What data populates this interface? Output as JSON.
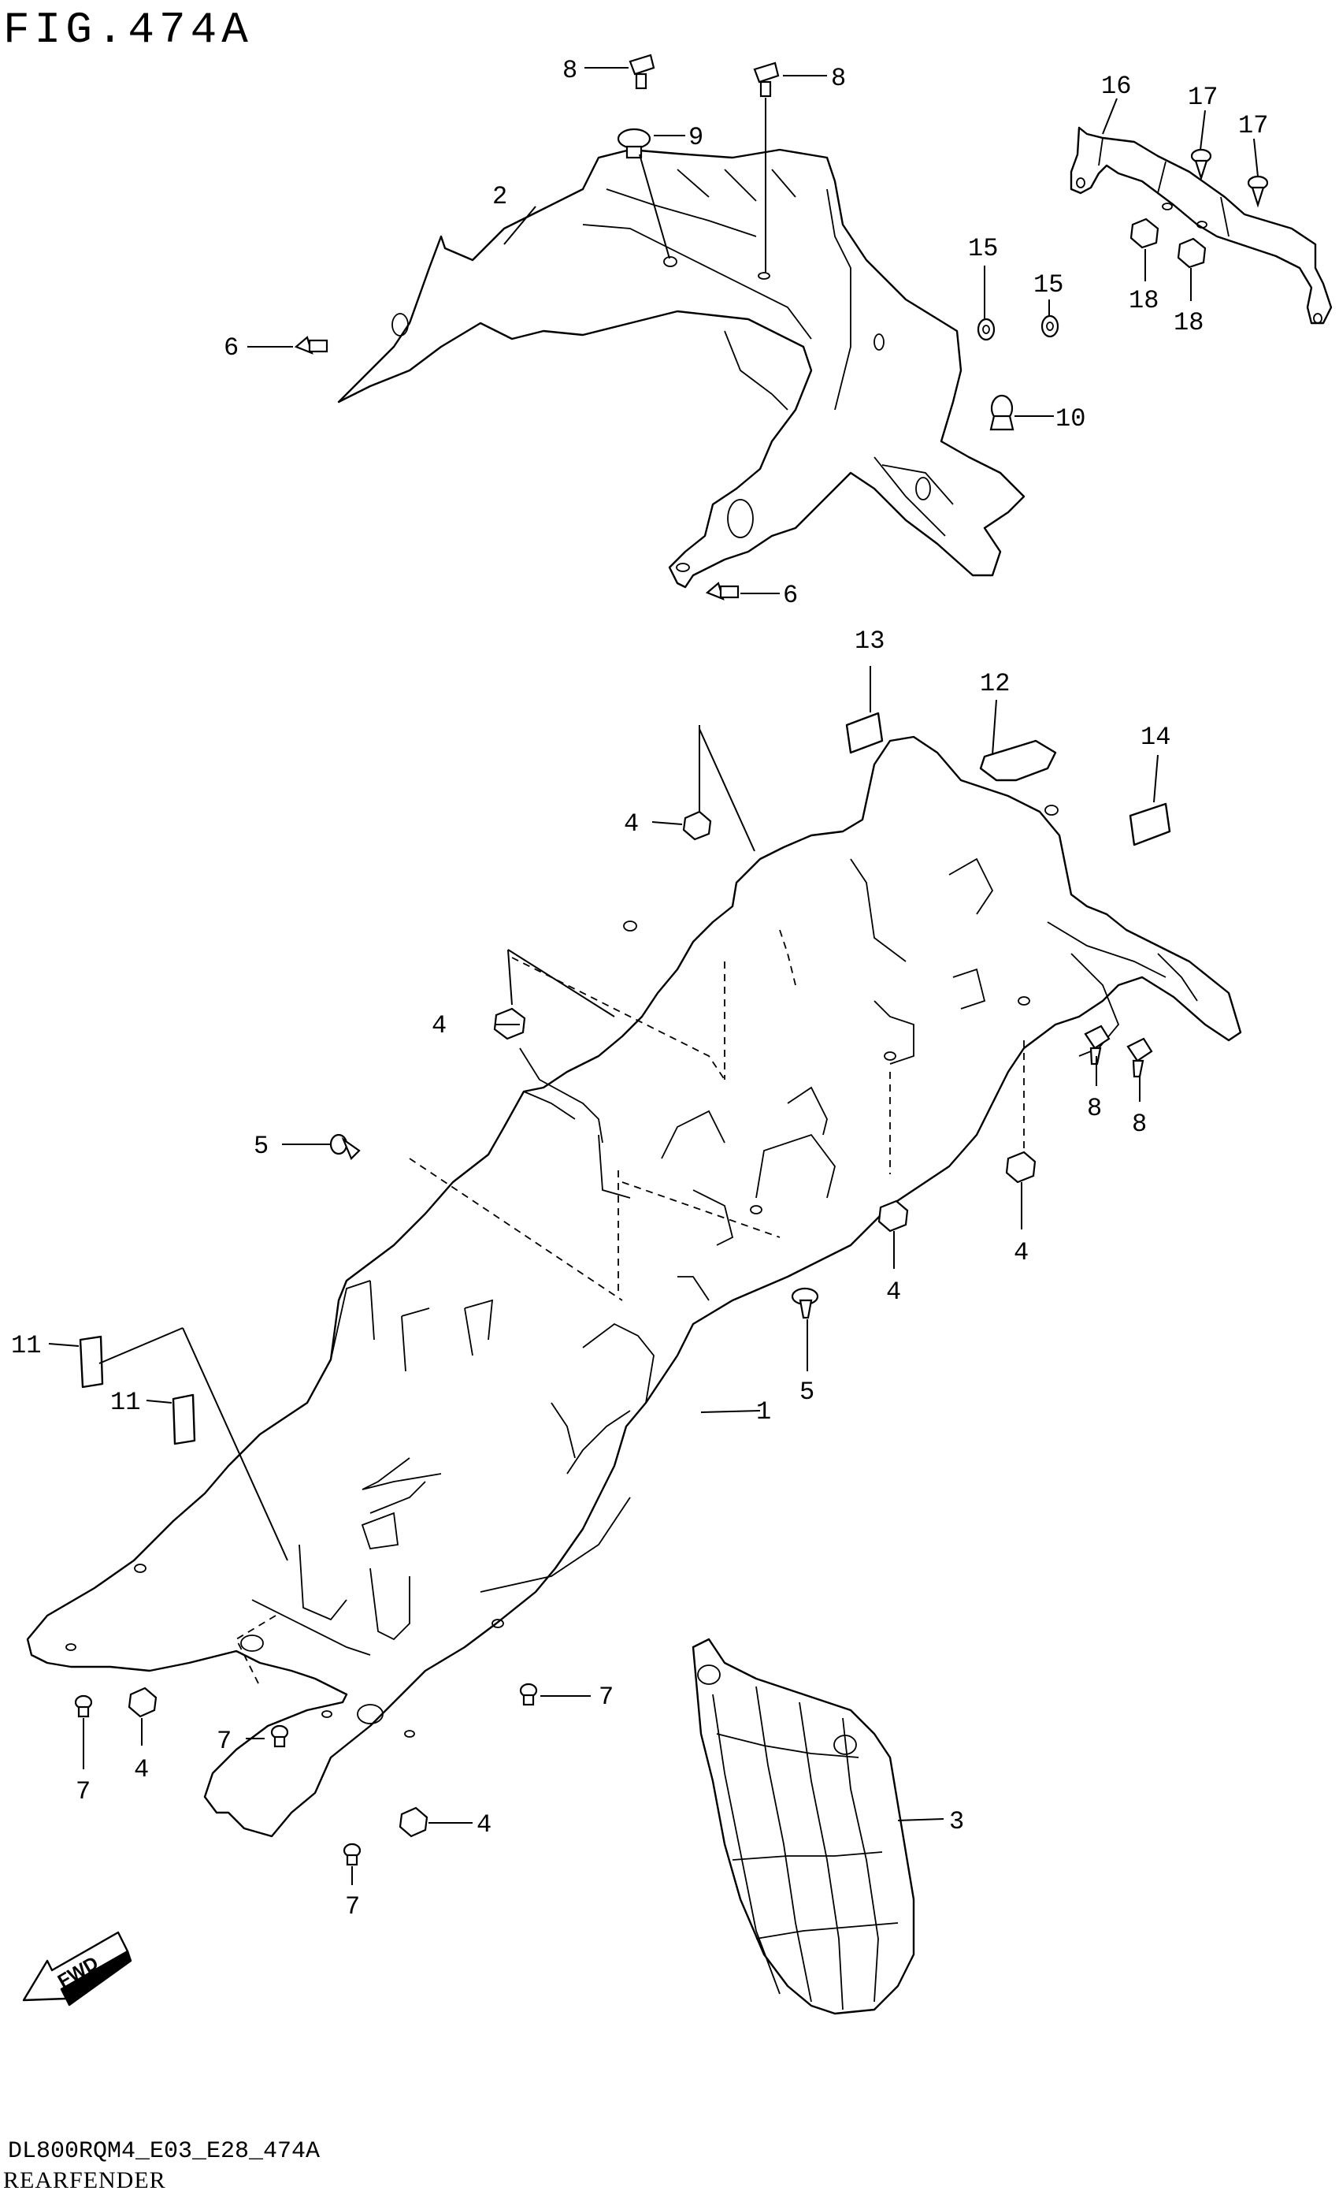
{
  "figure": {
    "title": "FIG.474A",
    "code": "DL800RQM4_E03_E28_474A",
    "name": "REARFENDER"
  },
  "callouts": [
    {
      "id": "c1",
      "num": "1"
    },
    {
      "id": "c2",
      "num": "2"
    },
    {
      "id": "c3",
      "num": "3"
    },
    {
      "id": "c4a",
      "num": "4"
    },
    {
      "id": "c4b",
      "num": "4"
    },
    {
      "id": "c4c",
      "num": "4"
    },
    {
      "id": "c4d",
      "num": "4"
    },
    {
      "id": "c4e",
      "num": "4"
    },
    {
      "id": "c4f",
      "num": "4"
    },
    {
      "id": "c5a",
      "num": "5"
    },
    {
      "id": "c5b",
      "num": "5"
    },
    {
      "id": "c6a",
      "num": "6"
    },
    {
      "id": "c6b",
      "num": "6"
    },
    {
      "id": "c7a",
      "num": "7"
    },
    {
      "id": "c7b",
      "num": "7"
    },
    {
      "id": "c7c",
      "num": "7"
    },
    {
      "id": "c7d",
      "num": "7"
    },
    {
      "id": "c8a",
      "num": "8"
    },
    {
      "id": "c8b",
      "num": "8"
    },
    {
      "id": "c8c",
      "num": "8"
    },
    {
      "id": "c8d",
      "num": "8"
    },
    {
      "id": "c9",
      "num": "9"
    },
    {
      "id": "c10",
      "num": "10"
    },
    {
      "id": "c11a",
      "num": "11"
    },
    {
      "id": "c11b",
      "num": "11"
    },
    {
      "id": "c12",
      "num": "12"
    },
    {
      "id": "c13",
      "num": "13"
    },
    {
      "id": "c14",
      "num": "14"
    },
    {
      "id": "c15a",
      "num": "15"
    },
    {
      "id": "c15b",
      "num": "15"
    },
    {
      "id": "c16",
      "num": "16"
    },
    {
      "id": "c17a",
      "num": "17"
    },
    {
      "id": "c17b",
      "num": "17"
    },
    {
      "id": "c18a",
      "num": "18"
    },
    {
      "id": "c18b",
      "num": "18"
    }
  ],
  "fwd_label": "FWD"
}
